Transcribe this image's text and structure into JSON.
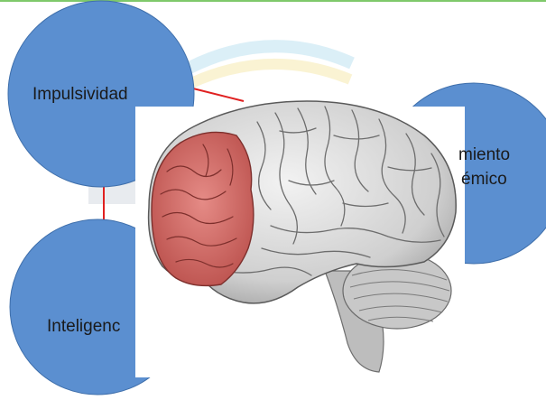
{
  "diagram": {
    "nodes": {
      "impulsividad": {
        "label": "Impulsividad"
      },
      "rendimiento": {
        "line1": "miento",
        "line2": "émico"
      },
      "inteligencia": {
        "label": "Inteligenc"
      }
    },
    "colors": {
      "circle_fill": "#5b8fd0",
      "circle_stroke": "#3f6fab",
      "connector": "#e02020",
      "frontal_lobe": "#d96a66",
      "brain_gray": "#dcdcdc",
      "top_rule": "#7fc96b"
    },
    "center_image": "brain-with-highlighted-frontal-lobe"
  }
}
